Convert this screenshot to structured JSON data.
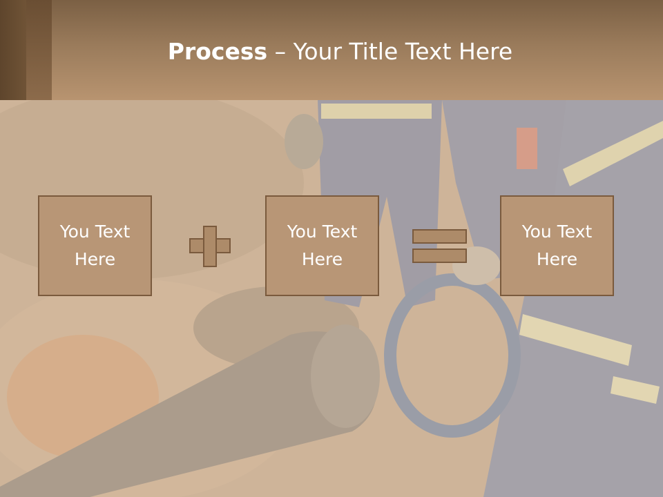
{
  "header": {
    "title_bold": "Process",
    "title_rest": " – Your Title Text Here"
  },
  "process": {
    "boxes": [
      {
        "text": "You Text Here"
      },
      {
        "text": "You Text Here"
      },
      {
        "text": "You Text Here"
      }
    ],
    "operators": [
      "plus",
      "equals"
    ]
  },
  "colors": {
    "header": "#9a7b5b",
    "box_fill": "#b89676",
    "box_border": "#7a5a3d",
    "text": "#ffffff"
  }
}
